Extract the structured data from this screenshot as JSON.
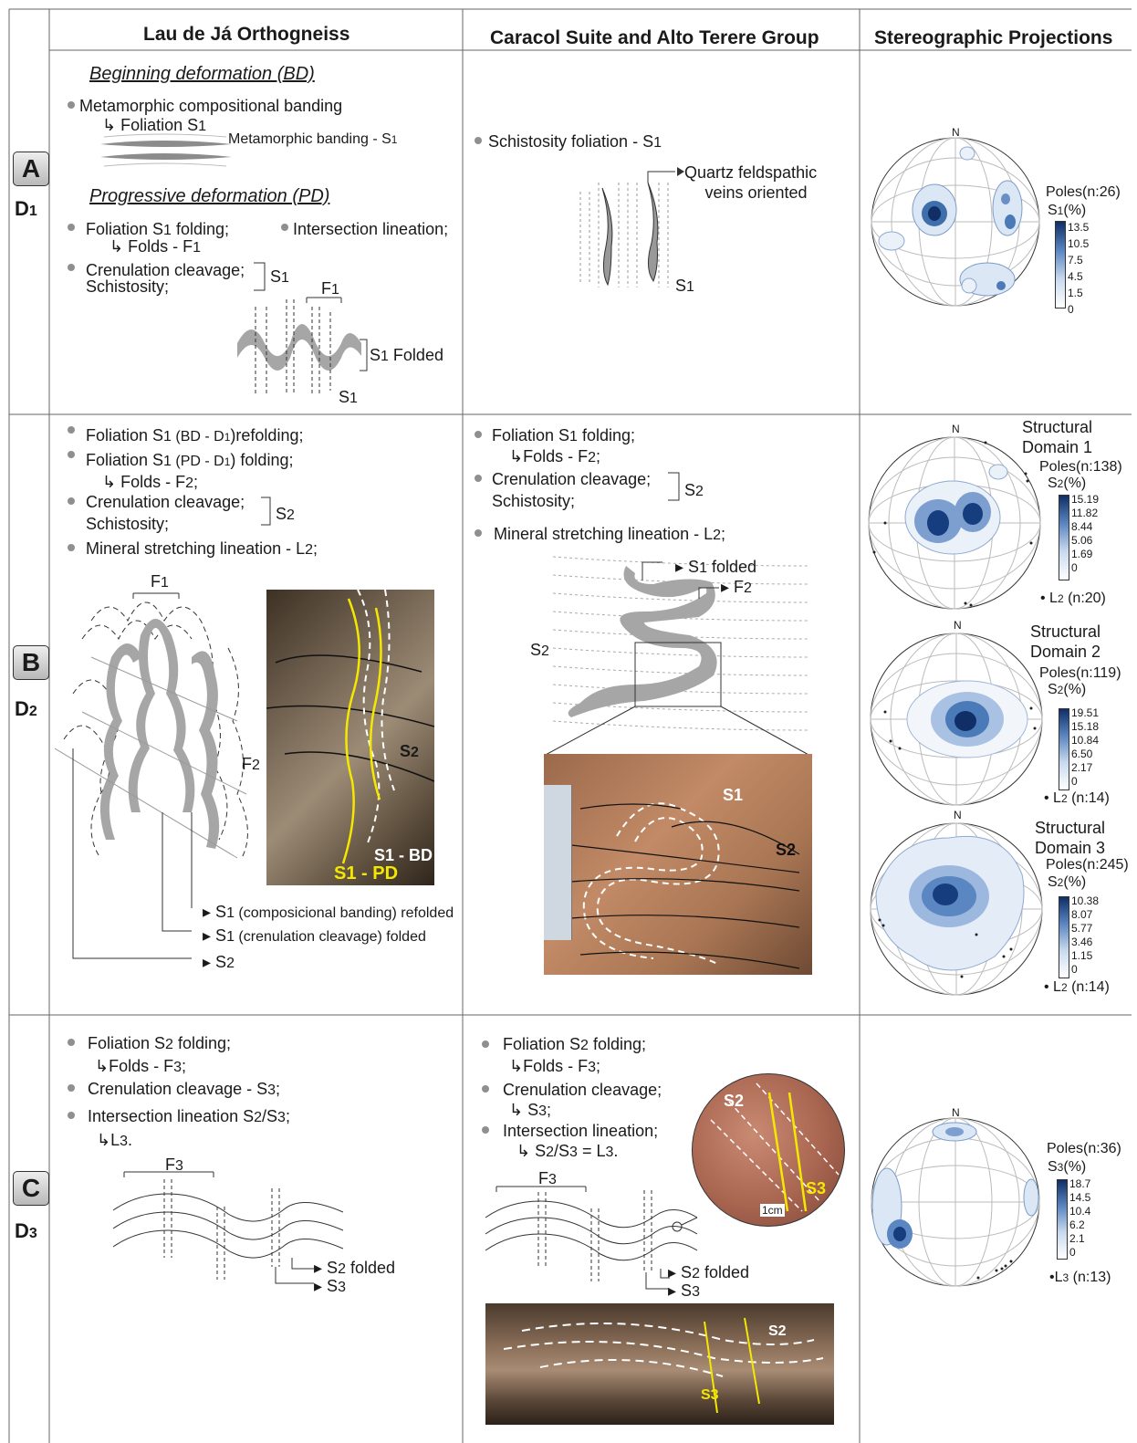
{
  "headers": {
    "col1": "Lau de Já Orthogneiss",
    "col2": "Caracol Suite and Alto Terere Group",
    "col3": "Stereographic Projections"
  },
  "rows": {
    "a": {
      "letter": "A",
      "phase": "D",
      "phase_sub": "1"
    },
    "b": {
      "letter": "B",
      "phase": "D",
      "phase_sub": "2"
    },
    "c": {
      "letter": "C",
      "phase": "D",
      "phase_sub": "3"
    }
  },
  "d1_lau": {
    "bd_title": "Beginning deformation (BD)",
    "item1": "Metamorphic compositional banding",
    "item1_arrow": "Foliation S",
    "banding_label": "Metamorphic banding - S",
    "pd_title": "Progressive deformation (PD)",
    "item2": "Foliation S",
    "item2_rest": " folding;",
    "item2_arrow": "Folds - F",
    "item3": "Intersection lineation;",
    "item4a": "Crenulation cleavage;",
    "item4b": "Schistosity;",
    "bracket_label": "S",
    "fold_top": "F",
    "s1_folded": "S",
    "s1_folded_rest": " Folded",
    "s1_bottom": "S"
  },
  "d1_caracol": {
    "item1": "Schistosity foliation - S",
    "veins": "Quartz feldspathic",
    "veins2": "veins oriented",
    "s1": "S"
  },
  "d1_stereo": {
    "poles": "Poles(n:26)",
    "unit": "S",
    "unit_rest": "(%)",
    "scale": [
      "13.5",
      "10.5",
      "7.5",
      "4.5",
      "1.5",
      "0"
    ]
  },
  "d2_lau": {
    "l1": "Foliation S",
    "l1_mid": " (BD - D",
    "l1_end": ")refolding;",
    "l2": "Foliation S",
    "l2_mid": " (PD - D",
    "l2_end": ") folding;",
    "l2_arrow": "Folds - F",
    "l3a": "Crenulation cleavage;",
    "l3b": "Schistosity;",
    "l3_bracket": "S",
    "l4": "Mineral stretching lineation - L",
    "f1": "F",
    "f2": "F",
    "ann1": "S",
    "ann1_rest": " (composicional banding) refolded",
    "ann2": "S",
    "ann2_rest": " (crenulation cleavage) folded",
    "ann3": "S",
    "photo_s2": "S",
    "photo_bd": "S1 - BD",
    "photo_pd": "S1 - PD"
  },
  "d2_caracol": {
    "l1": "Foliation S",
    "l1_rest": " folding;",
    "l1_arrow": "Folds - F",
    "l2a": "Crenulation cleavage;",
    "l2b": "Schistosity;",
    "l2_bracket": "S",
    "l3": "Mineral stretching lineation - L",
    "s1_folded": "S",
    "s1_folded_rest": " folded",
    "f2": "F",
    "s2": "S",
    "photo_s1": "S1",
    "photo_s2": "S2"
  },
  "d2_stereo": [
    {
      "title1": "Structural",
      "title2": "Domain 1",
      "poles": "Poles(n:138)",
      "unit": "S",
      "scale": [
        "15.19",
        "11.82",
        "8.44",
        "5.06",
        "1.69",
        "0"
      ],
      "lin": "L",
      "lin_rest": " (n:20)"
    },
    {
      "title1": "Structural",
      "title2": "Domain 2",
      "poles": "Poles(n:119)",
      "unit": "S",
      "scale": [
        "19.51",
        "15.18",
        "10.84",
        "6.50",
        "2.17",
        "0"
      ],
      "lin": "L",
      "lin_rest": " (n:14)"
    },
    {
      "title1": "Structural",
      "title2": "Domain  3",
      "poles": "Poles(n:245)",
      "unit": "S",
      "scale": [
        "10.38",
        "8.07",
        "5.77",
        "3.46",
        "1.15",
        "0"
      ],
      "lin": "L",
      "lin_rest": " (n:14)"
    }
  ],
  "d3_lau": {
    "l1": "Foliation S",
    "l1_rest": " folding;",
    "l1_arrow": "Folds - F",
    "l2": "Crenulation cleavage  -  S",
    "l3": "Intersection lineation S",
    "l3_mid": "/S",
    "l3_arrow": "L",
    "f3": "F",
    "s2_folded": "S",
    "s2_folded_rest": " folded",
    "s3": "S"
  },
  "d3_caracol": {
    "l1": "Foliation S",
    "l1_rest": " folding;",
    "l1_arrow": "Folds - F",
    "l2": "Crenulation cleavage;",
    "l2_arrow": "S",
    "l3": "Intersection lineation;",
    "l3_arrow": "S",
    "l3_arrow_mid": "/S",
    "l3_arrow_end": " = L",
    "f3": "F",
    "s2_folded": "S",
    "s2_folded_rest": " folded",
    "s3": "S",
    "circle_s2": "S2",
    "circle_s3": "S3",
    "scale": "1cm",
    "photo_s2": "S2",
    "photo_s3": "S3"
  },
  "d3_stereo": {
    "poles": "Poles(n:36)",
    "unit": "S",
    "scale": [
      "18.7",
      "14.5",
      "10.4",
      "6.2",
      "2.1",
      "0"
    ],
    "lin": "L",
    "lin_rest": " (n:13)"
  },
  "north": "N",
  "subs": {
    "one": "1",
    "two": "2",
    "three": "3"
  },
  "colors": {
    "contour": "#1f4e8c",
    "fold": "#a6a6a6",
    "yellow": "#f5e800",
    "rock": "#6e5c48",
    "rock2": "#b07a58"
  }
}
